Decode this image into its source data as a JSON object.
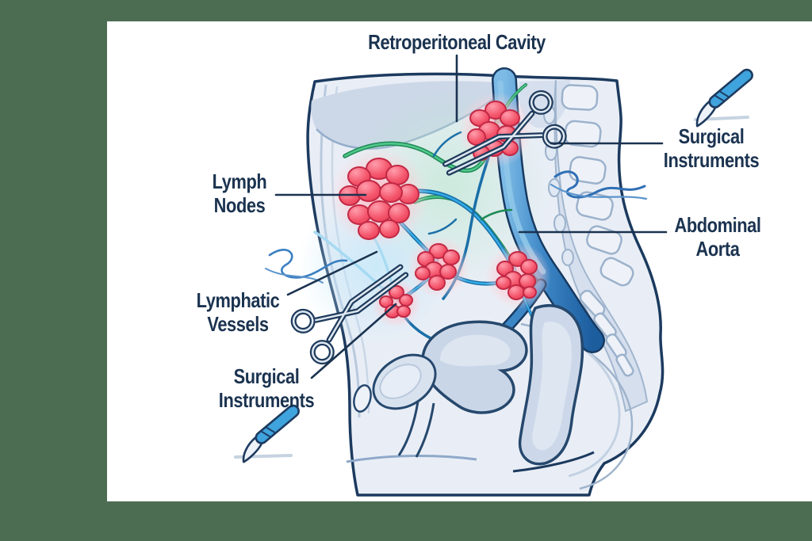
{
  "canvas": {
    "outer_background": "#4d6d53",
    "background": "#ffffff",
    "description": "Sagittal medical illustration of the retroperitoneal cavity with lymph nodes, lymphatic vessels, abdominal aorta and surgical instruments"
  },
  "labels": {
    "retroperitoneal_cavity": "Retroperitoneal Cavity",
    "lymph_nodes": "Lymph Nodes",
    "lymphatic_vessels": "Lymphatic Vessels",
    "surgical_instruments_left": "Surgical Instruments",
    "surgical_instruments_right": "Surgical Instruments",
    "abdominal_aorta": "Abdominal Aorta"
  },
  "icons": [
    {
      "name": "scalpel-icon-top-right",
      "meaning": "scalpel"
    },
    {
      "name": "scalpel-icon-bottom-left",
      "meaning": "scalpel"
    },
    {
      "name": "forceps-icon-upper",
      "meaning": "hemostat forceps clamped across aorta"
    },
    {
      "name": "forceps-icon-lower",
      "meaning": "hemostat forceps reaching pelvic lymph node"
    }
  ],
  "palette": {
    "label_text": "#1b3350",
    "leader_line": "#1b3350",
    "outline_navy": "#1c3a5f",
    "body_fill": "#e9eef6",
    "cavity_fill": "#ccd7e8",
    "lymph_node_red": "#f4566c",
    "lymph_node_outline": "#c22844",
    "aorta_blue": "#3c86c6",
    "aorta_highlight": "#8ec6e8",
    "vessel_blue": "#2196d6",
    "vessel_green": "#2eb573",
    "vessel_cyan": "#a8dcf2",
    "scalpel_handle_blue": "#3fa3dd",
    "bone_fill": "#eef2f8",
    "bone_outline": "#9cb2cc"
  }
}
